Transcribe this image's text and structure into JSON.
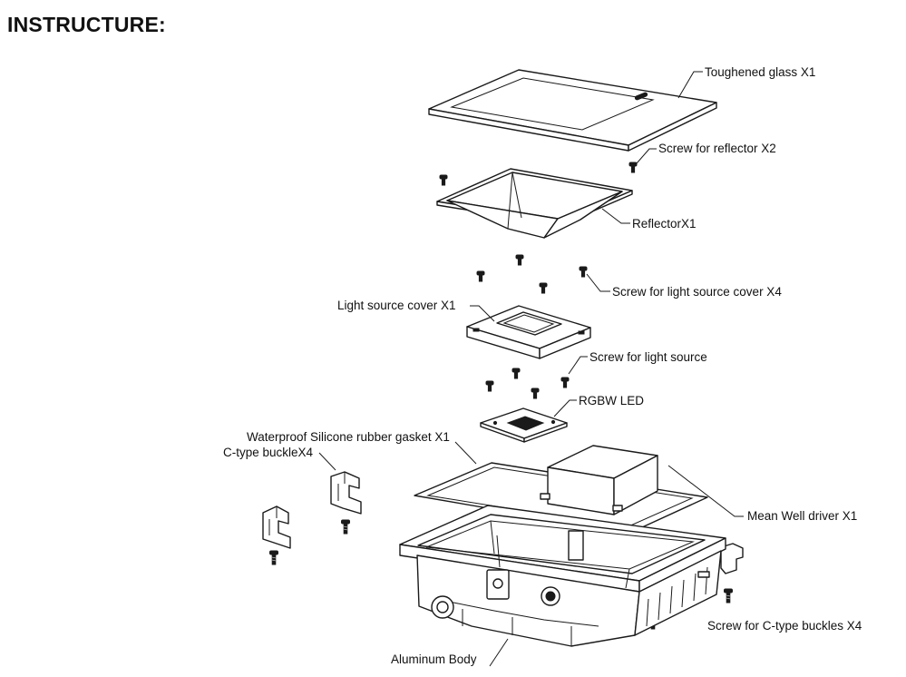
{
  "header": {
    "title": "INSTRUCTURE:"
  },
  "labels": {
    "toughened_glass": "Toughened glass X1",
    "screw_reflector": "Screw for reflector X2",
    "reflector": "ReflectorX1",
    "screw_light_cover": "Screw for light source cover X4",
    "light_source_cover": "Light source cover X1",
    "screw_light_source": "Screw for light source",
    "rgbw_led": "RGBW LED",
    "gasket": "Waterproof Silicone rubber gasket X1",
    "c_buckle": "C-type buckleX4",
    "driver": "Mean Well driver X1",
    "screw_buckles": "Screw for C-type buckles X4",
    "body": "Aluminum Body"
  }
}
